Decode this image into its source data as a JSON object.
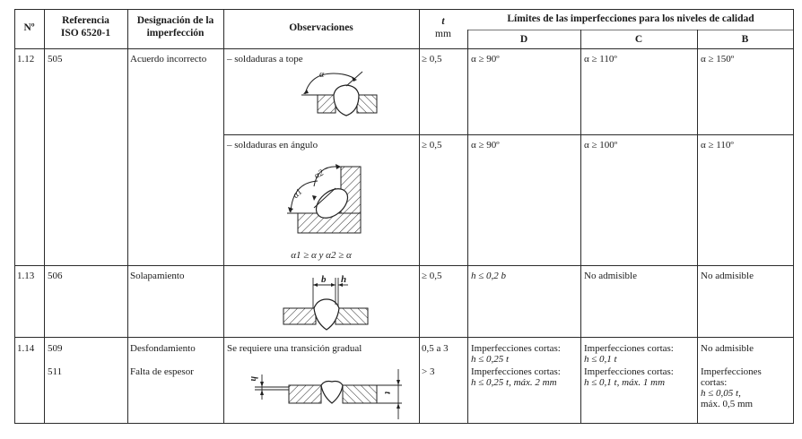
{
  "header": {
    "num": "Nº",
    "ref": "Referencia ISO 6520-1",
    "ref_l1": "Referencia",
    "ref_l2": "ISO 6520-1",
    "desig_l1": "Designación de la",
    "desig_l2": "imperfección",
    "obs": "Observaciones",
    "t_l1": "t",
    "t_l2": "mm",
    "limits": "Límites de las imperfecciones para los niveles de calidad",
    "levels": [
      "D",
      "C",
      "B"
    ]
  },
  "rows": [
    {
      "num": "1.12",
      "ref": "505",
      "designation": "Acuerdo incorrecto",
      "sub": [
        {
          "obs": "– soldaduras a tope",
          "diagram_label": "α",
          "t": "≥ 0,5",
          "D": "α ≥ 90º",
          "C": "α ≥ 110º",
          "B": "α ≥ 150º"
        },
        {
          "obs": "– soldaduras en ángulo",
          "diagram_labels": [
            "α1",
            "α2"
          ],
          "caption": "α1 ≥ α y α2 ≥ α",
          "t": "≥ 0,5",
          "D": "α ≥ 90º",
          "C": "α ≥ 100º",
          "B": "α ≥ 110º"
        }
      ]
    },
    {
      "num": "1.13",
      "ref": "506",
      "designation": "Solapamiento",
      "diagram_labels": [
        "b",
        "h"
      ],
      "t": "≥ 0,5",
      "D": "h ≤ 0,2 b",
      "C": "No admisible",
      "B": "No admisible"
    },
    {
      "num": "1.14",
      "obs": "Se requiere una transición gradual",
      "diagram_labels": [
        "h",
        "t"
      ],
      "sub": [
        {
          "ref": "509",
          "designation": "Desfondamiento",
          "t": "0,5 a 3",
          "D_l1": "Imperfecciones cortas:",
          "D_l2": "h ≤ 0,25 t",
          "C_l1": "Imperfecciones cortas:",
          "C_l2": "h ≤ 0,1 t",
          "B": "No admisible"
        },
        {
          "ref": "511",
          "designation": "Falta de espesor",
          "t": "> 3",
          "D_l1": "Imperfecciones cortas:",
          "D_l2": "h ≤ 0,25 t, máx. 2 mm",
          "C_l1": "Imperfecciones cortas:",
          "C_l2": "h ≤ 0,1 t, máx. 1 mm",
          "B_l1": "Imperfecciones",
          "B_l2": "cortas:",
          "B_l3": "h ≤ 0,05 t,",
          "B_l4": "máx. 0,5 mm"
        }
      ]
    }
  ]
}
